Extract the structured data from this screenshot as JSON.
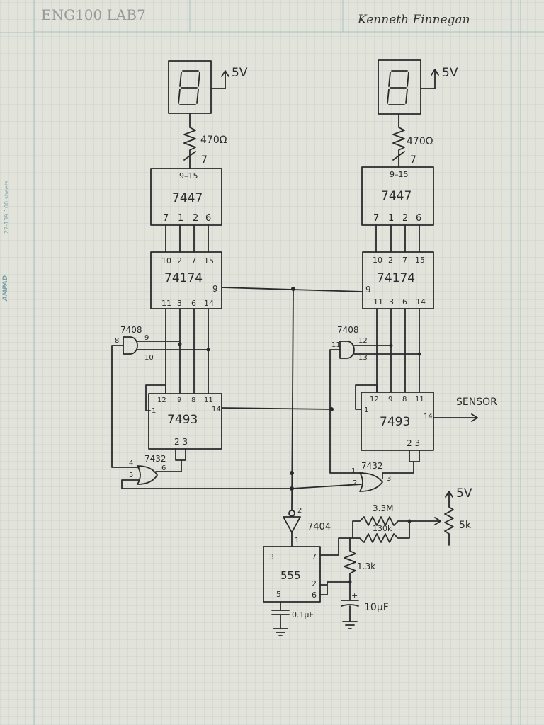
{
  "header": {
    "lab_title": "ENG100  LAB7",
    "author": "Kenneth Finnegan"
  },
  "margin": {
    "sheet_info": "22-139  100 sheets",
    "brand": "AMPAD"
  },
  "left_chain": {
    "supply": "5V",
    "resistor": "470Ω",
    "bus_pin": "7",
    "decoder": {
      "part": "7447",
      "top_pins": "9–15",
      "bottom_pins": [
        "7",
        "1",
        "2",
        "6"
      ]
    },
    "register": {
      "part": "74174",
      "top_pins": [
        "10",
        "2",
        "7",
        "15"
      ],
      "clock_pin": "9",
      "bottom_pins": [
        "11",
        "3",
        "6",
        "14"
      ]
    },
    "counter": {
      "part": "7493",
      "top_pins": [
        "12",
        "1",
        "9",
        "8",
        "11"
      ],
      "clock_pin": "14",
      "bottom_pins": "2 3"
    },
    "and_gate": {
      "part": "7408",
      "pins": [
        "8",
        "9",
        "10"
      ]
    },
    "or_gate": {
      "part": "7432",
      "pins": [
        "4",
        "5",
        "6"
      ]
    }
  },
  "right_chain": {
    "supply": "5V",
    "resistor": "470Ω",
    "bus_pin": "7",
    "decoder": {
      "part": "7447",
      "top_pins": "9–15",
      "bottom_pins": [
        "7",
        "1",
        "2",
        "6"
      ]
    },
    "register": {
      "part": "74174",
      "top_pins": [
        "10",
        "2",
        "7",
        "15"
      ],
      "clock_pin": "9",
      "bottom_pins": [
        "11",
        "3",
        "6",
        "14"
      ]
    },
    "counter": {
      "part": "7493",
      "top_pins": [
        "12",
        "1",
        "9",
        "8",
        "11"
      ],
      "clock_pin": "14",
      "bottom_pins": "2 3"
    },
    "and_gate": {
      "part": "7408",
      "pins": [
        "11",
        "12",
        "13"
      ]
    },
    "or_gate": {
      "part": "7432",
      "pins": [
        "1",
        "2",
        "3"
      ]
    },
    "output_label": "SENSOR"
  },
  "timer": {
    "part": "555",
    "pins": [
      "3",
      "7",
      "2",
      "6",
      "5"
    ],
    "inverter": {
      "part": "7404",
      "pins": [
        "2",
        "1"
      ]
    },
    "r1": "3.3M",
    "r2": "130k",
    "r3": "1.3k",
    "pot": "5k",
    "pot_supply": "5V",
    "c1": "10μF",
    "c1_polarity": "+",
    "c2": "0.1μF"
  }
}
